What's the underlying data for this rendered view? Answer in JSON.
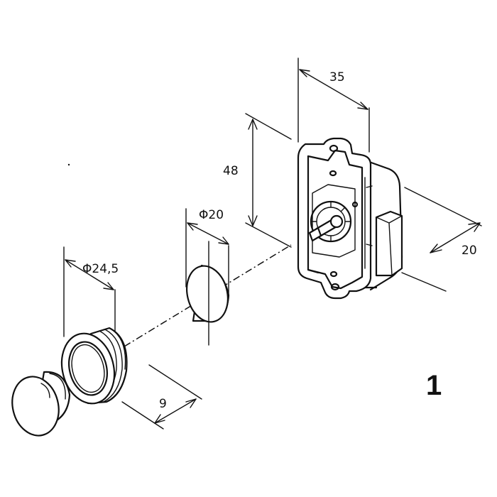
{
  "dimensions": {
    "width": "35",
    "height": "48",
    "depth": "20",
    "hole_diameter": "Φ20",
    "rose_diameter": "Φ24,5",
    "rose_depth": "9"
  },
  "figure_number": "1",
  "colors": {
    "ink": "#111111",
    "paper": "#ffffff"
  }
}
